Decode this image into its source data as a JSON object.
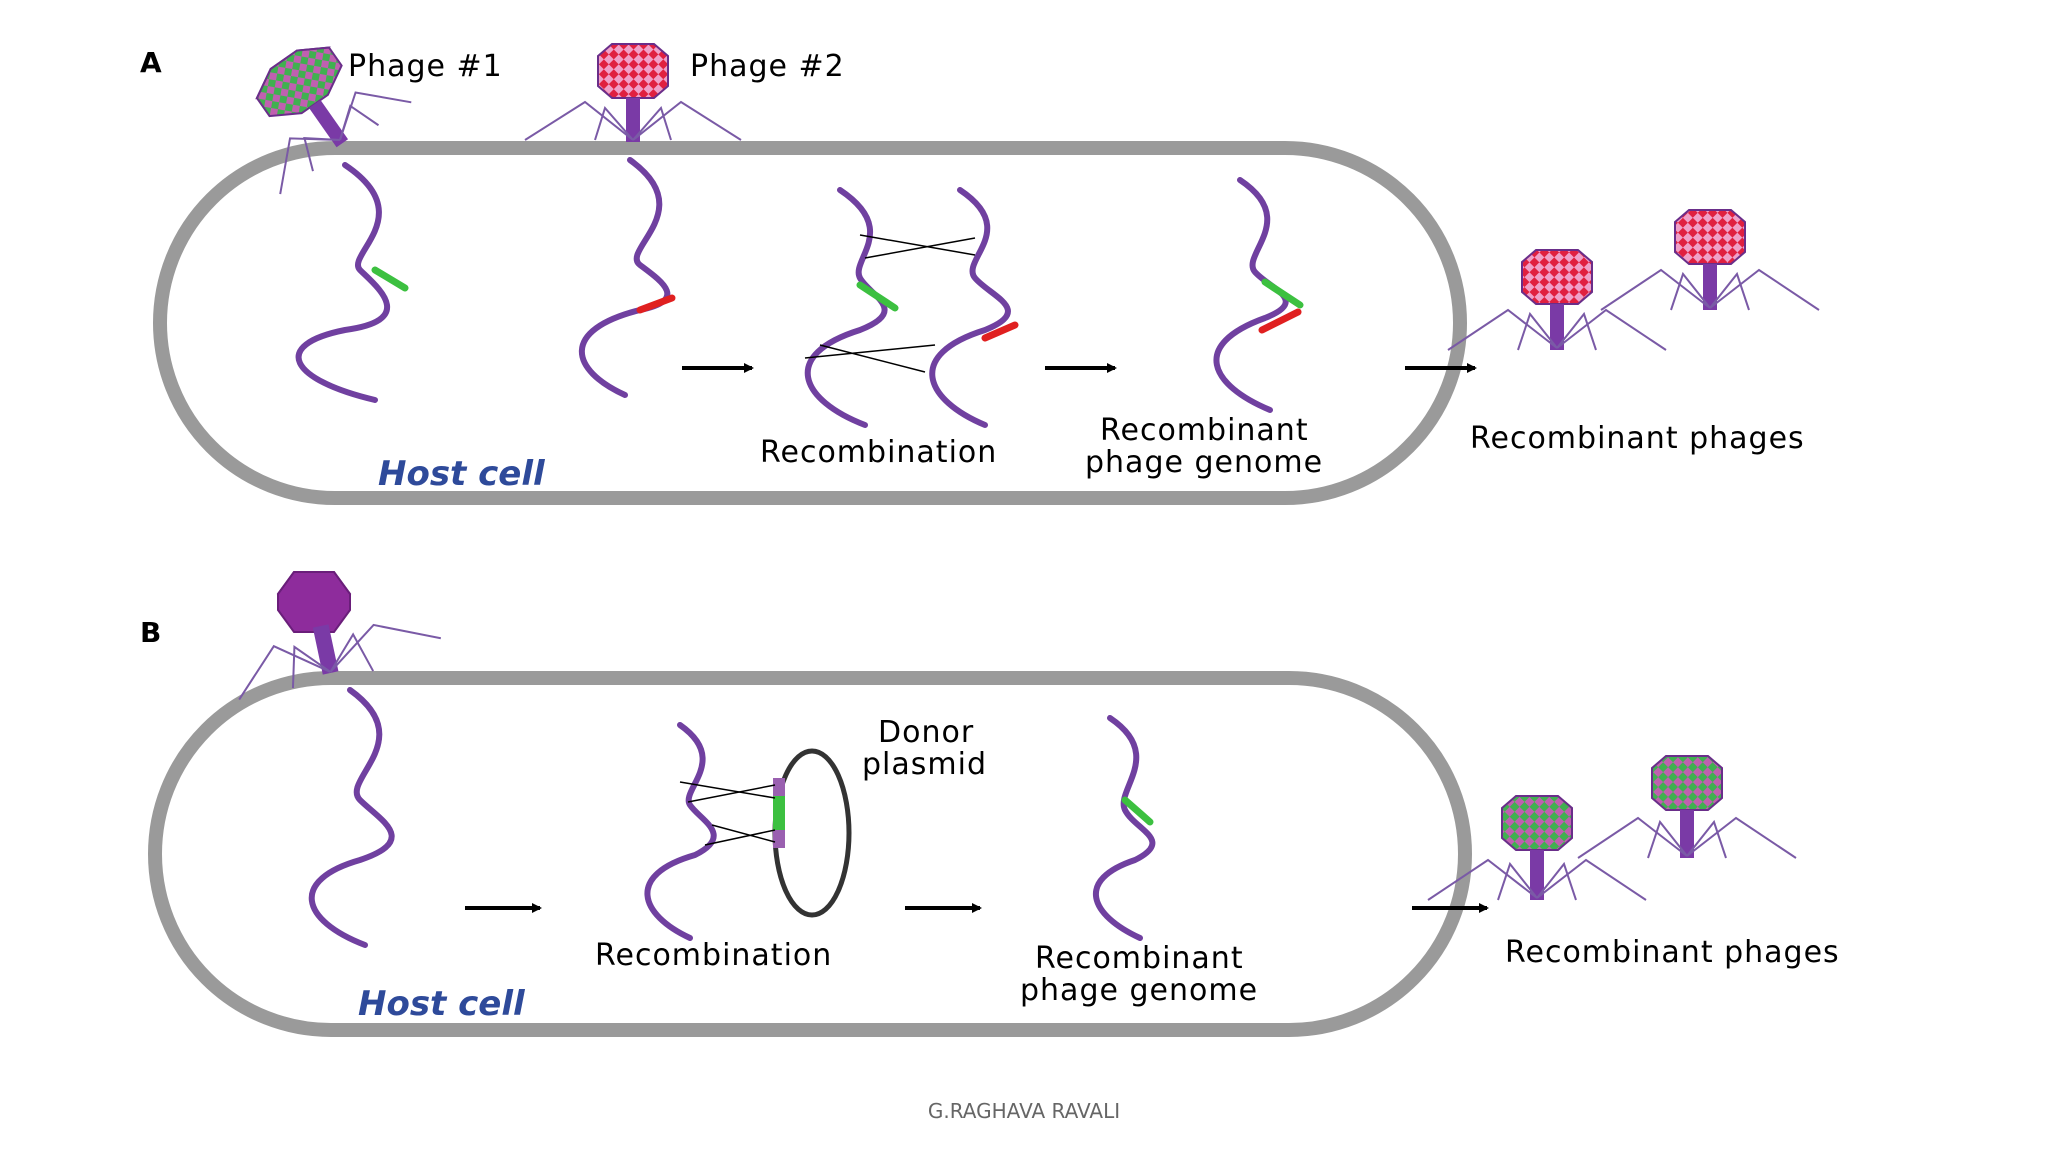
{
  "panel_a": {
    "label": "A",
    "phage1_label": "Phage #1",
    "phage2_label": "Phage #2",
    "host_label": "Host cell",
    "step_recombination": "Recombination",
    "genome_line1": "Recombinant",
    "genome_line2": "phage genome",
    "result_label": "Recombinant phages"
  },
  "panel_b": {
    "label": "B",
    "donor_line1": "Donor",
    "donor_line2": "plasmid",
    "host_label": "Host cell",
    "step_recombination": "Recombination",
    "genome_line1": "Recombinant",
    "genome_line2": "phage genome",
    "result_label": "Recombinant phages"
  },
  "footer": {
    "author": "G.RAGHAVA RAVALI"
  },
  "colors": {
    "dna": "#7040a0",
    "marker_green": "#3cc040",
    "marker_red": "#e02020",
    "cell_wall": "#9a9a9a",
    "host_text": "#2e4a9a"
  }
}
